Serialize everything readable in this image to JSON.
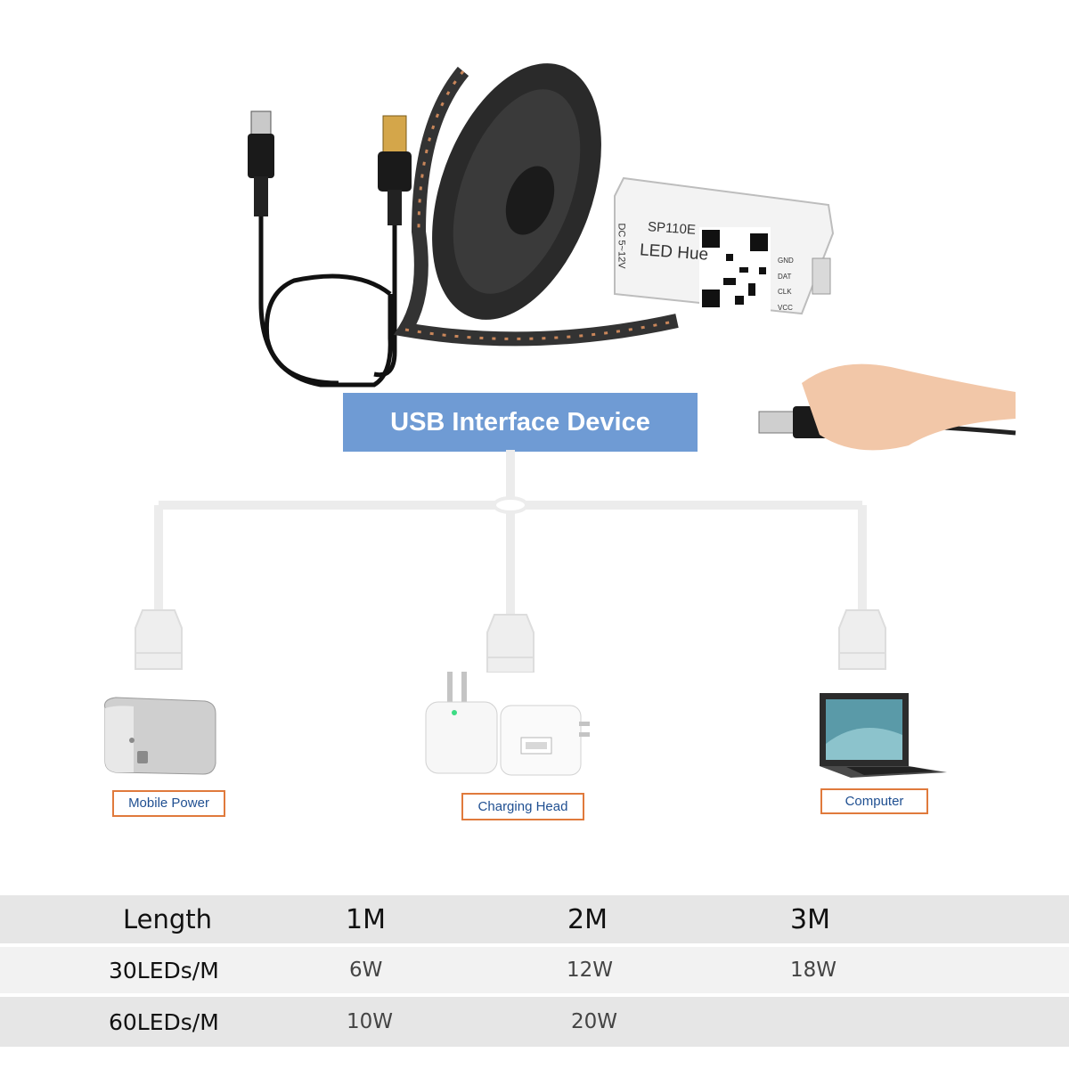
{
  "banner": {
    "title": "USB Interface Device"
  },
  "controller": {
    "model": "SP110E",
    "brand": "LED Hue",
    "voltage": "DC 5~12V",
    "pins": [
      "GND",
      "DAT",
      "CLK",
      "VCC"
    ]
  },
  "power_sources": [
    {
      "label": "Mobile Power"
    },
    {
      "label": "Charging Head"
    },
    {
      "label": "Computer"
    }
  ],
  "spec_table": {
    "headers": [
      "Length",
      "1M",
      "2M",
      "3M"
    ],
    "rows": [
      [
        "30LEDs/M",
        "6W",
        "12W",
        "18W"
      ],
      [
        "60LEDs/M",
        "10W",
        "20W",
        ""
      ]
    ]
  },
  "colors": {
    "banner_bg": "#6f9bd4",
    "label_border": "#e07a3c",
    "label_text": "#1f4f91",
    "row_bg_dark": "#e6e6e6",
    "row_bg_light": "#f2f2f2"
  }
}
